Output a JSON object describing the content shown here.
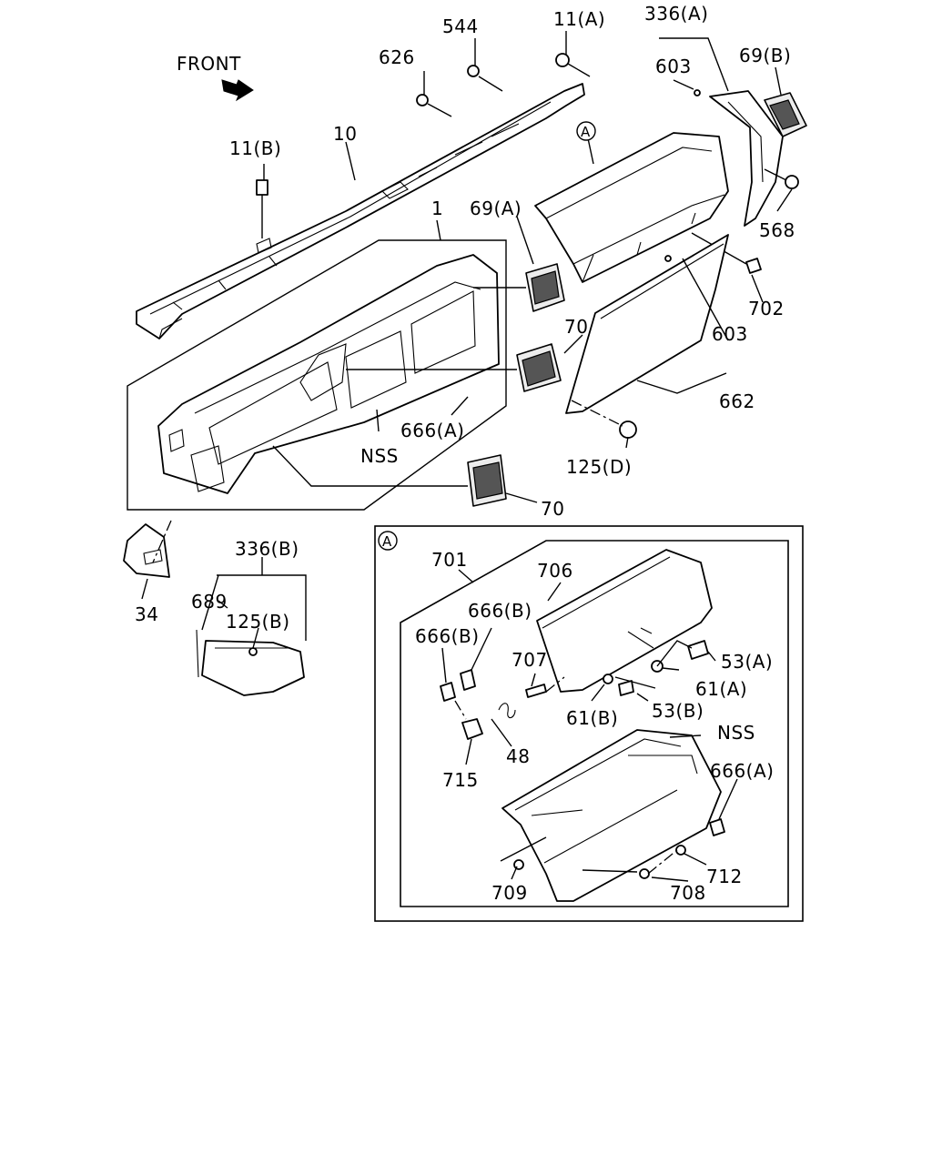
{
  "callouts": {
    "front": "FRONT",
    "p544": "544",
    "p11a": "11(A)",
    "p336a": "336(A)",
    "p626": "626",
    "p603_top": "603",
    "p69b": "69(B)",
    "p11b": "11(B)",
    "p10": "10",
    "circle_a_top": "A",
    "p568": "568",
    "p69a": "69(A)",
    "p1": "1",
    "p702": "702",
    "p70_mid": "70",
    "p603_mid": "603",
    "p662": "662",
    "p666a_main": "666(A)",
    "nss_main": "NSS",
    "p125d": "125(D)",
    "p70_bottom": "70",
    "p34": "34",
    "p336b": "336(B)",
    "p689": "689",
    "p125b": "125(B)"
  },
  "detail_a": {
    "circle_label": "A",
    "p701": "701",
    "p706": "706",
    "p666b_1": "666(B)",
    "p666b_2": "666(B)",
    "p707": "707",
    "p53a": "53(A)",
    "p61a": "61(A)",
    "p61b": "61(B)",
    "p53b": "53(B)",
    "nss": "NSS",
    "p48": "48",
    "p715": "715",
    "p666a": "666(A)",
    "p712": "712",
    "p709": "709",
    "p708": "708"
  },
  "icons": {
    "front_arrow": "front-arrow-icon"
  }
}
